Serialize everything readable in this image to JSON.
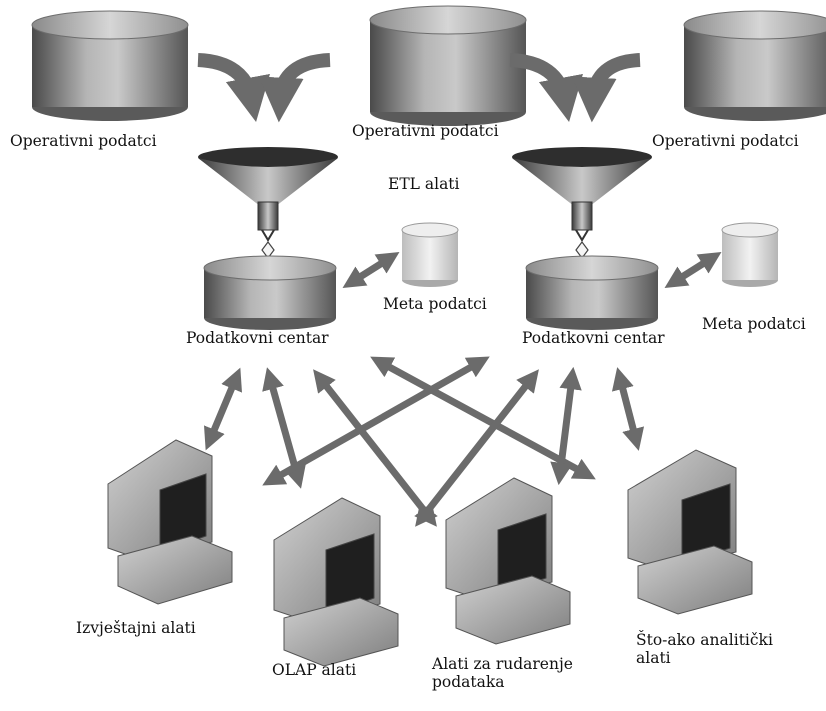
{
  "sources": [
    {
      "label": "Operativni podatci"
    },
    {
      "label": "Operativni podatci"
    },
    {
      "label": "Operativni podatci"
    }
  ],
  "etl_label": "ETL alati",
  "centers": [
    {
      "label": "Podatkovni centar",
      "meta_label": "Meta podatci"
    },
    {
      "label": "Podatkovni centar",
      "meta_label": "Meta podatci"
    }
  ],
  "clients": [
    {
      "label": "Izvještajni alati"
    },
    {
      "label": "OLAP alati"
    },
    {
      "label": "Alati za rudarenje podataka"
    },
    {
      "label": "Što-ako analitički alati"
    }
  ],
  "colors": {
    "arrow": "#6b6b6b",
    "cylinder_dark": "#5a5a5a",
    "cylinder_light": "#dcdcdc",
    "monitor": "#9a9a9a"
  }
}
